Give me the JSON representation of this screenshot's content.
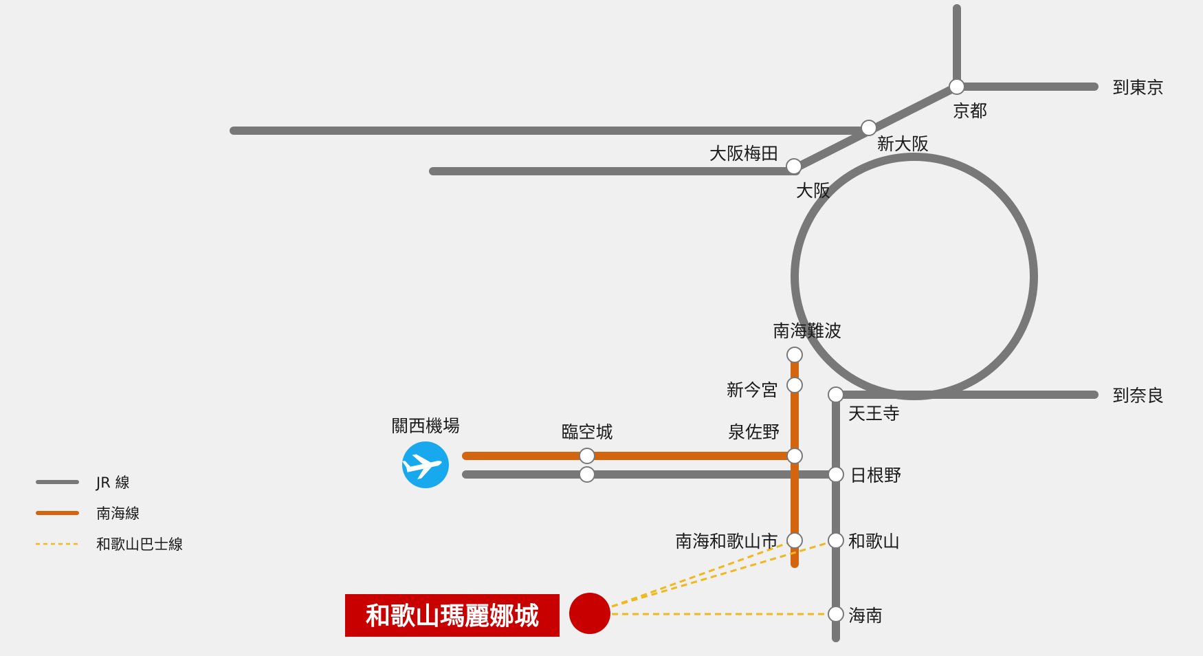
{
  "colors": {
    "jr": "#787878",
    "nankai": "#d3650f",
    "bus": "#f0b81c",
    "destination": "#c80000",
    "airport": "#17a8ee",
    "background": "#f0f0f0"
  },
  "stations": {
    "kyoto": "京都",
    "shin_osaka": "新大阪",
    "osaka_umeda": "大阪梅田",
    "osaka": "大阪",
    "nankai_namba": "南海難波",
    "shin_imamiya": "新今宮",
    "tennoji": "天王寺",
    "rinku": "臨空城",
    "izumisano": "泉佐野",
    "hineno": "日根野",
    "nankai_wakayamashi": "南海和歌山市",
    "wakayama": "和歌山",
    "kainan": "海南"
  },
  "destinations": {
    "to_tokyo": "到東京",
    "to_nara": "到奈良"
  },
  "airport": {
    "label": "關西機場",
    "icon": "airplane-icon"
  },
  "target": {
    "label": "和歌山瑪麗娜城"
  },
  "legend": {
    "jr": "JR 線",
    "nankai": "南海線",
    "bus": "和歌山巴士線"
  }
}
